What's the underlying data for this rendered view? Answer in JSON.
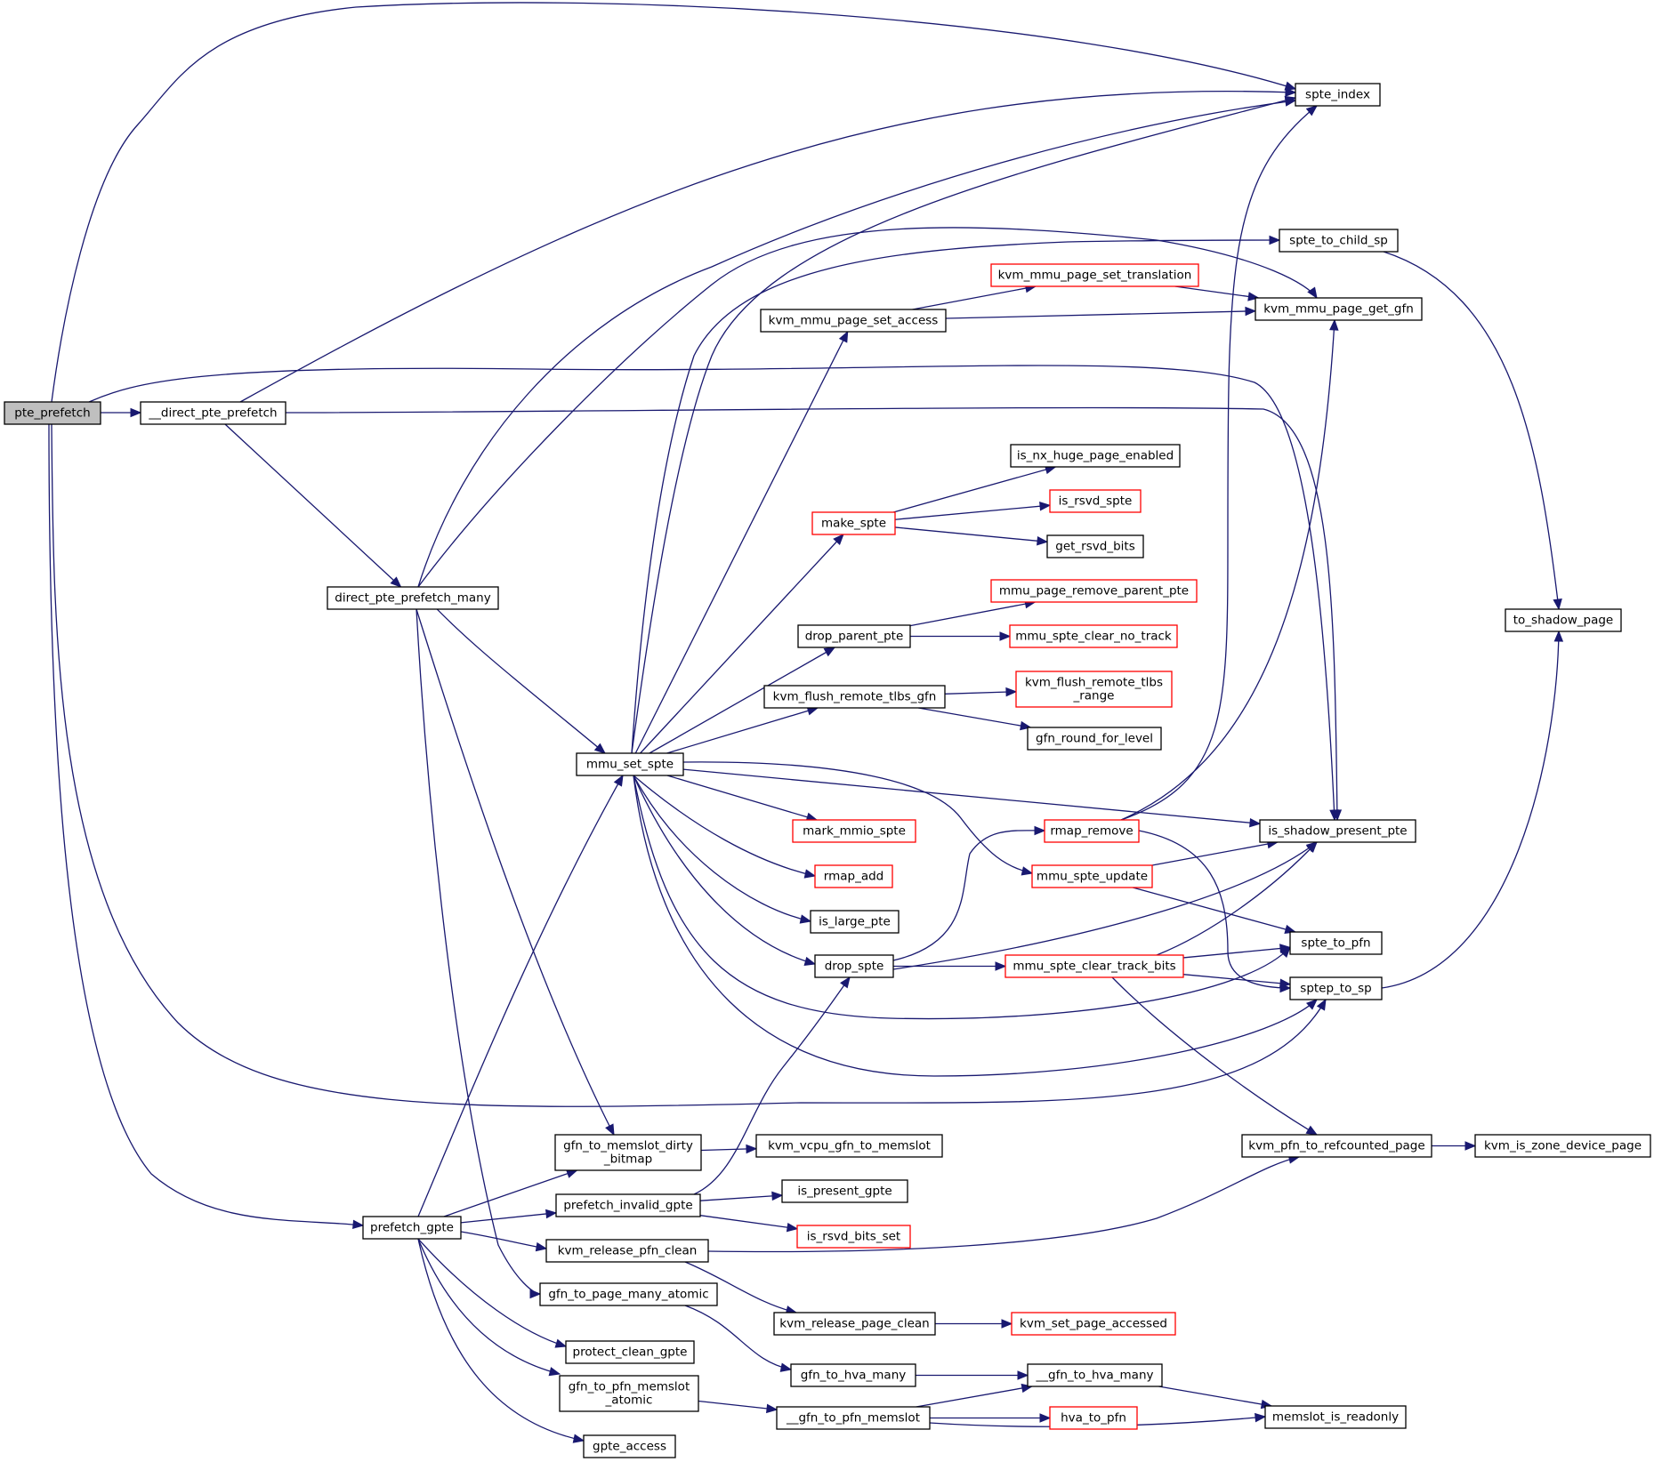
{
  "colors": {
    "edge": "#191970",
    "node_border": "#000000",
    "node_border_truncated": "#ff0000",
    "root_fill": "#bfbfbf",
    "node_fill": "#ffffff",
    "text": "#000000"
  },
  "nodes": {
    "pte_prefetch": {
      "label": [
        "pte_prefetch"
      ],
      "style": "root"
    },
    "direct_pte_prefetch": {
      "label": [
        "__direct_pte_prefetch"
      ],
      "style": "normal"
    },
    "spte_index": {
      "label": [
        "spte_index"
      ],
      "style": "normal"
    },
    "spte_to_child_sp": {
      "label": [
        "spte_to_child_sp"
      ],
      "style": "normal"
    },
    "kvm_mmu_page_set_translation": {
      "label": [
        "kvm_mmu_page_set_translation"
      ],
      "style": "truncated"
    },
    "kvm_mmu_page_get_gfn": {
      "label": [
        "kvm_mmu_page_get_gfn"
      ],
      "style": "normal"
    },
    "kvm_mmu_page_set_access": {
      "label": [
        "kvm_mmu_page_set_access"
      ],
      "style": "normal"
    },
    "is_nx_huge_page_enabled": {
      "label": [
        "is_nx_huge_page_enabled"
      ],
      "style": "normal"
    },
    "is_rsvd_spte": {
      "label": [
        "is_rsvd_spte"
      ],
      "style": "truncated"
    },
    "make_spte": {
      "label": [
        "make_spte"
      ],
      "style": "truncated"
    },
    "get_rsvd_bits": {
      "label": [
        "get_rsvd_bits"
      ],
      "style": "normal"
    },
    "direct_pte_prefetch_many": {
      "label": [
        "direct_pte_prefetch_many"
      ],
      "style": "normal"
    },
    "mmu_page_remove_parent_pte": {
      "label": [
        "mmu_page_remove_parent_pte"
      ],
      "style": "truncated"
    },
    "drop_parent_pte": {
      "label": [
        "drop_parent_pte"
      ],
      "style": "normal"
    },
    "mmu_spte_clear_no_track": {
      "label": [
        "mmu_spte_clear_no_track"
      ],
      "style": "truncated"
    },
    "to_shadow_page": {
      "label": [
        "to_shadow_page"
      ],
      "style": "normal"
    },
    "kvm_flush_remote_tlbs_range": {
      "label": [
        "kvm_flush_remote_tlbs",
        "_range"
      ],
      "style": "truncated"
    },
    "kvm_flush_remote_tlbs_gfn": {
      "label": [
        "kvm_flush_remote_tlbs_gfn"
      ],
      "style": "normal"
    },
    "gfn_round_for_level": {
      "label": [
        "gfn_round_for_level"
      ],
      "style": "normal"
    },
    "mmu_set_spte": {
      "label": [
        "mmu_set_spte"
      ],
      "style": "normal"
    },
    "mark_mmio_spte": {
      "label": [
        "mark_mmio_spte"
      ],
      "style": "truncated"
    },
    "rmap_remove": {
      "label": [
        "rmap_remove"
      ],
      "style": "truncated"
    },
    "is_shadow_present_pte": {
      "label": [
        "is_shadow_present_pte"
      ],
      "style": "normal"
    },
    "rmap_add": {
      "label": [
        "rmap_add"
      ],
      "style": "truncated"
    },
    "mmu_spte_update": {
      "label": [
        "mmu_spte_update"
      ],
      "style": "truncated"
    },
    "is_large_pte": {
      "label": [
        "is_large_pte"
      ],
      "style": "normal"
    },
    "spte_to_pfn": {
      "label": [
        "spte_to_pfn"
      ],
      "style": "normal"
    },
    "drop_spte": {
      "label": [
        "drop_spte"
      ],
      "style": "normal"
    },
    "mmu_spte_clear_track_bits": {
      "label": [
        "mmu_spte_clear_track_bits"
      ],
      "style": "truncated"
    },
    "sptep_to_sp": {
      "label": [
        "sptep_to_sp"
      ],
      "style": "normal"
    },
    "gfn_to_memslot_dirty_bitmap": {
      "label": [
        "gfn_to_memslot_dirty",
        "_bitmap"
      ],
      "style": "normal"
    },
    "kvm_vcpu_gfn_to_memslot": {
      "label": [
        "kvm_vcpu_gfn_to_memslot"
      ],
      "style": "normal"
    },
    "kvm_pfn_to_refcounted_page": {
      "label": [
        "kvm_pfn_to_refcounted_page"
      ],
      "style": "normal"
    },
    "kvm_is_zone_device_page": {
      "label": [
        "kvm_is_zone_device_page"
      ],
      "style": "normal"
    },
    "prefetch_invalid_gpte": {
      "label": [
        "prefetch_invalid_gpte"
      ],
      "style": "normal"
    },
    "is_present_gpte": {
      "label": [
        "is_present_gpte"
      ],
      "style": "normal"
    },
    "prefetch_gpte": {
      "label": [
        "prefetch_gpte"
      ],
      "style": "normal"
    },
    "is_rsvd_bits_set": {
      "label": [
        "is_rsvd_bits_set"
      ],
      "style": "truncated"
    },
    "kvm_release_pfn_clean": {
      "label": [
        "kvm_release_pfn_clean"
      ],
      "style": "normal"
    },
    "gfn_to_page_many_atomic": {
      "label": [
        "gfn_to_page_many_atomic"
      ],
      "style": "normal"
    },
    "kvm_release_page_clean": {
      "label": [
        "kvm_release_page_clean"
      ],
      "style": "normal"
    },
    "kvm_set_page_accessed": {
      "label": [
        "kvm_set_page_accessed"
      ],
      "style": "truncated"
    },
    "protect_clean_gpte": {
      "label": [
        "protect_clean_gpte"
      ],
      "style": "normal"
    },
    "gfn_to_hva_many": {
      "label": [
        "gfn_to_hva_many"
      ],
      "style": "normal"
    },
    "__gfn_to_hva_many": {
      "label": [
        "__gfn_to_hva_many"
      ],
      "style": "normal"
    },
    "gfn_to_pfn_memslot_atomic": {
      "label": [
        "gfn_to_pfn_memslot",
        "_atomic"
      ],
      "style": "normal"
    },
    "memslot_is_readonly": {
      "label": [
        "memslot_is_readonly"
      ],
      "style": "normal"
    },
    "__gfn_to_pfn_memslot": {
      "label": [
        "__gfn_to_pfn_memslot"
      ],
      "style": "normal"
    },
    "hva_to_pfn": {
      "label": [
        "hva_to_pfn"
      ],
      "style": "truncated"
    },
    "gpte_access": {
      "label": [
        "gpte_access"
      ],
      "style": "normal"
    }
  },
  "edges": [
    [
      "pte_prefetch",
      "direct_pte_prefetch"
    ],
    [
      "pte_prefetch",
      "spte_index"
    ],
    [
      "pte_prefetch",
      "is_shadow_present_pte"
    ],
    [
      "pte_prefetch",
      "sptep_to_sp"
    ],
    [
      "pte_prefetch",
      "prefetch_gpte"
    ],
    [
      "direct_pte_prefetch",
      "spte_index"
    ],
    [
      "direct_pte_prefetch",
      "is_shadow_present_pte"
    ],
    [
      "direct_pte_prefetch",
      "direct_pte_prefetch_many"
    ],
    [
      "direct_pte_prefetch_many",
      "spte_index"
    ],
    [
      "direct_pte_prefetch_many",
      "kvm_mmu_page_get_gfn"
    ],
    [
      "direct_pte_prefetch_many",
      "mmu_set_spte"
    ],
    [
      "direct_pte_prefetch_many",
      "gfn_to_memslot_dirty_bitmap"
    ],
    [
      "direct_pte_prefetch_many",
      "gfn_to_page_many_atomic"
    ],
    [
      "mmu_set_spte",
      "spte_index"
    ],
    [
      "mmu_set_spte",
      "spte_to_child_sp"
    ],
    [
      "mmu_set_spte",
      "kvm_mmu_page_set_access"
    ],
    [
      "mmu_set_spte",
      "make_spte"
    ],
    [
      "mmu_set_spte",
      "drop_parent_pte"
    ],
    [
      "mmu_set_spte",
      "kvm_flush_remote_tlbs_gfn"
    ],
    [
      "mmu_set_spte",
      "is_shadow_present_pte"
    ],
    [
      "mmu_set_spte",
      "mmu_spte_update"
    ],
    [
      "mmu_set_spte",
      "mark_mmio_spte"
    ],
    [
      "mmu_set_spte",
      "rmap_add"
    ],
    [
      "mmu_set_spte",
      "is_large_pte"
    ],
    [
      "mmu_set_spte",
      "drop_spte"
    ],
    [
      "mmu_set_spte",
      "spte_to_pfn"
    ],
    [
      "mmu_set_spte",
      "sptep_to_sp"
    ],
    [
      "spte_to_child_sp",
      "to_shadow_page"
    ],
    [
      "kvm_mmu_page_set_access",
      "kvm_mmu_page_set_translation"
    ],
    [
      "kvm_mmu_page_set_access",
      "kvm_mmu_page_get_gfn"
    ],
    [
      "kvm_mmu_page_set_translation",
      "kvm_mmu_page_get_gfn"
    ],
    [
      "make_spte",
      "is_nx_huge_page_enabled"
    ],
    [
      "make_spte",
      "is_rsvd_spte"
    ],
    [
      "make_spte",
      "get_rsvd_bits"
    ],
    [
      "drop_parent_pte",
      "mmu_page_remove_parent_pte"
    ],
    [
      "drop_parent_pte",
      "mmu_spte_clear_no_track"
    ],
    [
      "kvm_flush_remote_tlbs_gfn",
      "kvm_flush_remote_tlbs_range"
    ],
    [
      "kvm_flush_remote_tlbs_gfn",
      "gfn_round_for_level"
    ],
    [
      "rmap_remove",
      "spte_index"
    ],
    [
      "rmap_remove",
      "kvm_mmu_page_get_gfn"
    ],
    [
      "rmap_remove",
      "sptep_to_sp"
    ],
    [
      "mmu_spte_update",
      "is_shadow_present_pte"
    ],
    [
      "mmu_spte_update",
      "spte_to_pfn"
    ],
    [
      "drop_spte",
      "rmap_remove"
    ],
    [
      "drop_spte",
      "is_shadow_present_pte"
    ],
    [
      "drop_spte",
      "mmu_spte_clear_track_bits"
    ],
    [
      "mmu_spte_clear_track_bits",
      "is_shadow_present_pte"
    ],
    [
      "mmu_spte_clear_track_bits",
      "spte_to_pfn"
    ],
    [
      "mmu_spte_clear_track_bits",
      "sptep_to_sp"
    ],
    [
      "mmu_spte_clear_track_bits",
      "kvm_pfn_to_refcounted_page"
    ],
    [
      "sptep_to_sp",
      "to_shadow_page"
    ],
    [
      "kvm_pfn_to_refcounted_page",
      "kvm_is_zone_device_page"
    ],
    [
      "prefetch_gpte",
      "mmu_set_spte"
    ],
    [
      "prefetch_gpte",
      "gfn_to_memslot_dirty_bitmap"
    ],
    [
      "prefetch_gpte",
      "prefetch_invalid_gpte"
    ],
    [
      "prefetch_gpte",
      "kvm_release_pfn_clean"
    ],
    [
      "prefetch_gpte",
      "protect_clean_gpte"
    ],
    [
      "prefetch_gpte",
      "gfn_to_pfn_memslot_atomic"
    ],
    [
      "prefetch_gpte",
      "gpte_access"
    ],
    [
      "gfn_to_memslot_dirty_bitmap",
      "kvm_vcpu_gfn_to_memslot"
    ],
    [
      "prefetch_invalid_gpte",
      "drop_spte"
    ],
    [
      "prefetch_invalid_gpte",
      "is_present_gpte"
    ],
    [
      "prefetch_invalid_gpte",
      "is_rsvd_bits_set"
    ],
    [
      "kvm_release_pfn_clean",
      "kvm_pfn_to_refcounted_page"
    ],
    [
      "kvm_release_pfn_clean",
      "kvm_release_page_clean"
    ],
    [
      "kvm_release_page_clean",
      "kvm_set_page_accessed"
    ],
    [
      "gfn_to_page_many_atomic",
      "gfn_to_hva_many"
    ],
    [
      "gfn_to_hva_many",
      "__gfn_to_hva_many"
    ],
    [
      "__gfn_to_hva_many",
      "memslot_is_readonly"
    ],
    [
      "gfn_to_pfn_memslot_atomic",
      "__gfn_to_pfn_memslot"
    ],
    [
      "__gfn_to_pfn_memslot",
      "__gfn_to_hva_many"
    ],
    [
      "__gfn_to_pfn_memslot",
      "hva_to_pfn"
    ],
    [
      "__gfn_to_pfn_memslot",
      "memslot_is_readonly"
    ]
  ]
}
